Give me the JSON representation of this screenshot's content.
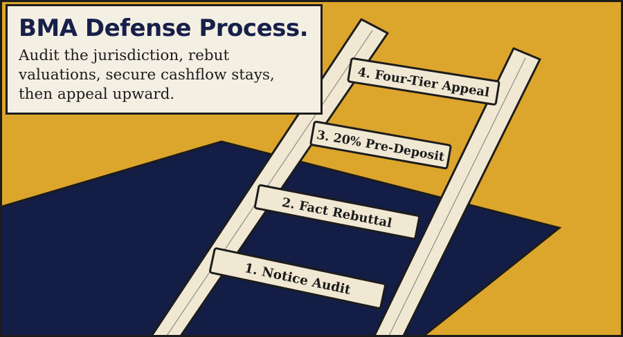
{
  "title": "BMA Defense Process.",
  "subtitle": "Audit the jurisdiction, rebut valuations, secure cashflow stays, then appeal upward.",
  "steps": [
    {
      "label": "1. Notice Audit"
    },
    {
      "label": "2. Fact Rebuttal"
    },
    {
      "label": "3. 20% Pre-Deposit"
    },
    {
      "label": "4. Four-Tier Appeal"
    }
  ],
  "colors": {
    "background": "#dca52c",
    "pit": "#141d45",
    "ladder": "#f1e8d4",
    "outline": "#1c1c1c",
    "title": "#16204a"
  }
}
